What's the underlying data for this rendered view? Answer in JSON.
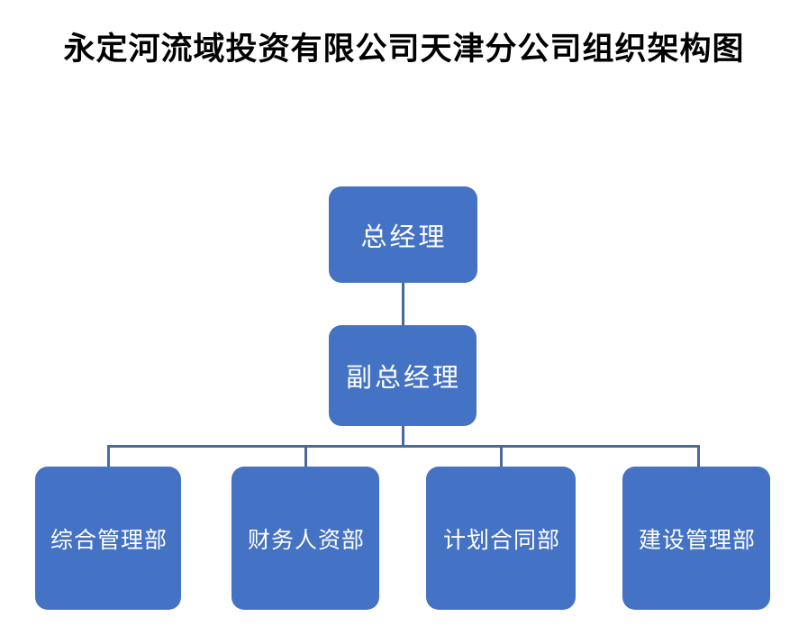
{
  "title": "永定河流域投资有限公司天津分公司组织架构图",
  "colors": {
    "title_text": "#000000",
    "box_fill": "#4472C4",
    "box_text": "#FFFFFF",
    "connector": "#4A6A9B"
  },
  "org": {
    "root": {
      "label": "总经理"
    },
    "deputy": {
      "label": "副总经理"
    },
    "departments": [
      {
        "label": "综合管理部"
      },
      {
        "label": "财务人资部"
      },
      {
        "label": "计划合同部"
      },
      {
        "label": "建设管理部"
      }
    ]
  }
}
